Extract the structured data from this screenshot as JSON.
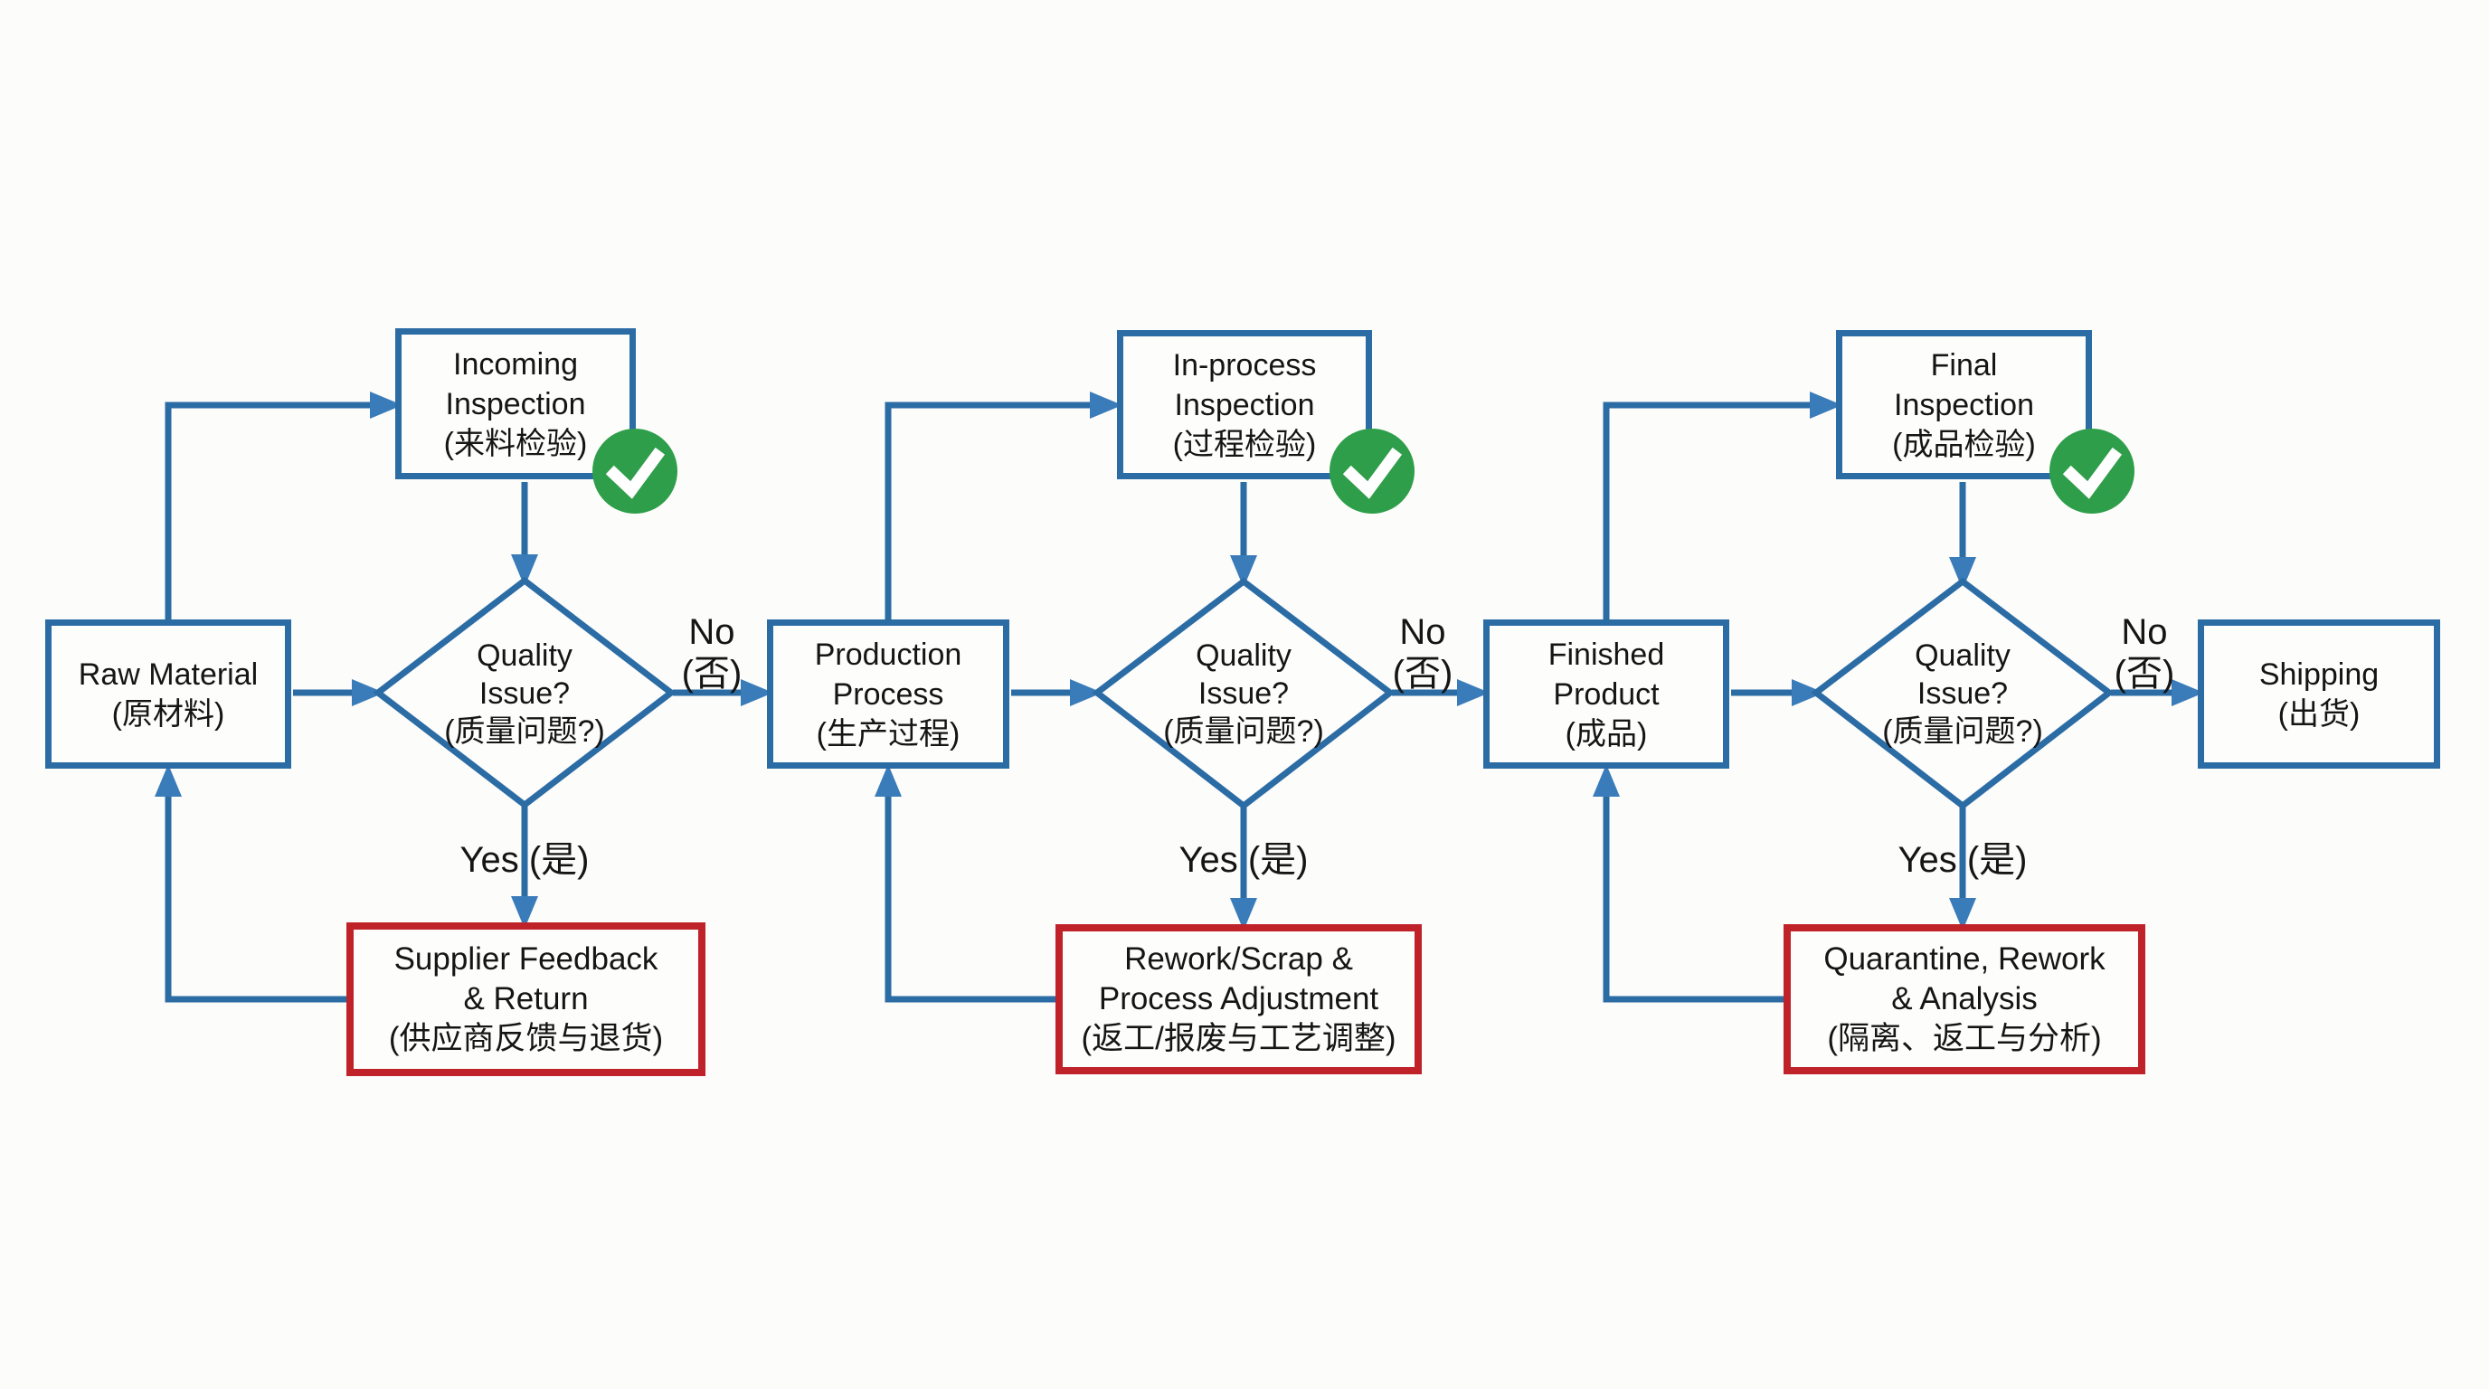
{
  "diagram": {
    "type": "flowchart",
    "background": "#fcfcfa",
    "colors": {
      "connector_blue": "#2b6ca5",
      "arrowhead_blue": "#3a7cba",
      "process_border_blue": "#2b6ca5",
      "corrective_border_red": "#c0222a",
      "pass_badge_green": "#2e9e4a",
      "text_black": "#151515",
      "node_fill": "#fdfdfc"
    },
    "nodes": {
      "raw_material": {
        "lines": [
          "Raw Material",
          "(原材料)"
        ]
      },
      "incoming_inspection": {
        "lines": [
          "Incoming",
          "Inspection",
          "(来料检验)"
        ],
        "passed_icon": "green-check"
      },
      "production_process": {
        "lines": [
          "Production",
          "Process",
          "(生产过程)"
        ]
      },
      "in_process_inspection": {
        "lines": [
          "In-process",
          "Inspection",
          "(过程检验)"
        ],
        "passed_icon": "green-check"
      },
      "finished_product": {
        "lines": [
          "Finished",
          "Product",
          "(成品)"
        ]
      },
      "final_inspection": {
        "lines": [
          "Final",
          "Inspection",
          "(成品检验)"
        ],
        "passed_icon": "green-check"
      },
      "shipping": {
        "lines": [
          "Shipping",
          "(出货)"
        ]
      },
      "supplier_feedback": {
        "lines": [
          "Supplier Feedback",
          "& Return",
          "(供应商反馈与退货)"
        ]
      },
      "rework_scrap": {
        "lines": [
          "Rework/Scrap &",
          "Process Adjustment",
          "(返工/报废与工艺调整)"
        ]
      },
      "quarantine_rework": {
        "lines": [
          "Quarantine, Rework",
          "& Analysis",
          "(隔离、返工与分析)"
        ]
      }
    },
    "decisions": [
      {
        "lines": [
          "Quality",
          "Issue?",
          "(质量问题?)"
        ]
      },
      {
        "lines": [
          "Quality",
          "Issue?",
          "(质量问题?)"
        ]
      },
      {
        "lines": [
          "Quality",
          "Issue?",
          "(质量问题?)"
        ]
      }
    ],
    "edge_labels": [
      {
        "no": "No",
        "no_zh": "(否)",
        "yes": "Yes (是)"
      },
      {
        "no": "No",
        "no_zh": "(否)",
        "yes": "Yes (是)"
      },
      {
        "no": "No",
        "no_zh": "(否)",
        "yes": "Yes (是)"
      }
    ]
  }
}
